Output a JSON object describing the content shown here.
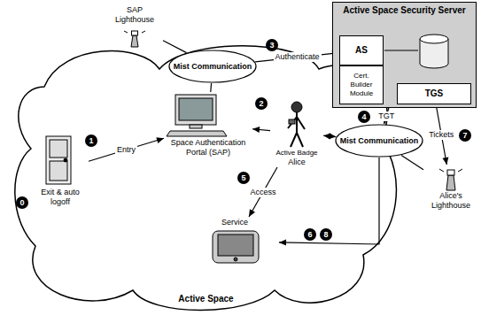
{
  "diagram": {
    "nodes": [
      {
        "text": [
          "Active Space"
        ]
      },
      {
        "text": [
          "SAP Lighthouse"
        ]
      },
      {
        "text": [
          "Mist Communication"
        ]
      },
      {
        "text": [
          "Active Space Security Server"
        ]
      },
      {
        "text": [
          "AS"
        ],
        "in": 3
      },
      {
        "text": [
          "Cert. Builder Module"
        ],
        "in": 3
      },
      {
        "text": [
          "TGS"
        ],
        "in": 3
      },
      {
        "text": [
          "Space Authentication Portal (SAP)"
        ],
        "in": 0
      },
      {
        "text": [
          "Exit & auto logoff"
        ],
        "in": 0
      },
      {
        "text": [
          "Active Badge",
          "Alice"
        ],
        "in": 0
      },
      {
        "text": [
          "Mist Communication"
        ]
      },
      {
        "text": [
          "Alice's Lighthouse"
        ]
      },
      {
        "text": [
          "Service"
        ],
        "in": 0
      }
    ],
    "edges": [
      {
        "from": 8,
        "to": 7,
        "label": "Entry",
        "arrow": "to"
      },
      {
        "from": 9,
        "to": 7,
        "arrow": "to"
      },
      {
        "from": 1,
        "to": 2,
        "arrow": "none"
      },
      {
        "from": 2,
        "to": 4,
        "label": "Authenticate",
        "arrow": "to"
      },
      {
        "from": 2,
        "to": 7,
        "arrow": "none"
      },
      {
        "from": 3,
        "to": 10,
        "label": "TGT",
        "arrow": "to"
      },
      {
        "from": 6,
        "to": 11,
        "label": "Tickets",
        "arrow": "to"
      },
      {
        "from": 9,
        "to": 10,
        "arrow": "both"
      },
      {
        "from": 9,
        "to": 12,
        "label": "Access",
        "arrow": "to"
      },
      {
        "from": 10,
        "to": 12,
        "arrow": "to"
      },
      {
        "from": 10,
        "to": 11,
        "arrow": "none"
      }
    ],
    "labels": [
      "0",
      "1",
      "2",
      "3",
      "4",
      "5",
      "6",
      "7",
      "8"
    ]
  }
}
